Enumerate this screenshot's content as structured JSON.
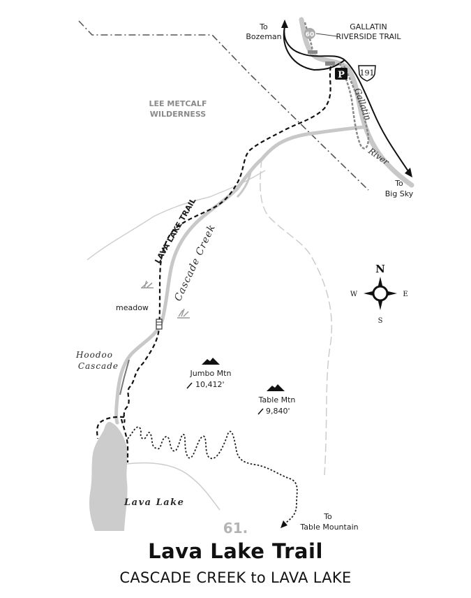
{
  "map": {
    "area_label": [
      "LEE METCALF",
      "WILDERNESS"
    ],
    "trail_label": "LAVA LAKE TRAIL",
    "creek_label": "Cascade Creek",
    "river_label_1": "Gallatin",
    "river_label_2": "River",
    "meadow_label": "meadow",
    "waterfall_label": [
      "Hoodoo",
      "Cascade"
    ],
    "lake_label": "Lava Lake",
    "to_bozeman": [
      "To",
      "Bozeman"
    ],
    "to_big_sky": [
      "To",
      "Big Sky"
    ],
    "to_table_mountain": [
      "To",
      "Table Mountain"
    ],
    "trail_marker_number": "60",
    "trail_marker_label": [
      "GALLATIN",
      "RIVERSIDE TRAIL"
    ],
    "highway_shield": "191",
    "parking_symbol": "P",
    "peaks": [
      {
        "name": "Jumbo Mtn",
        "elevation": "10,412'"
      },
      {
        "name": "Table Mtn",
        "elevation": "9,840'"
      }
    ],
    "compass": {
      "n": "N",
      "s": "S",
      "e": "E",
      "w": "W"
    },
    "colors": {
      "trail": "#111111",
      "water": "#c8c8c8",
      "boundary": "#555555",
      "lake_fill": "#cccccc"
    }
  },
  "header": {
    "route_number": "61.",
    "title": "Lava Lake Trail",
    "subtitle": "CASCADE CREEK to LAVA LAKE"
  }
}
